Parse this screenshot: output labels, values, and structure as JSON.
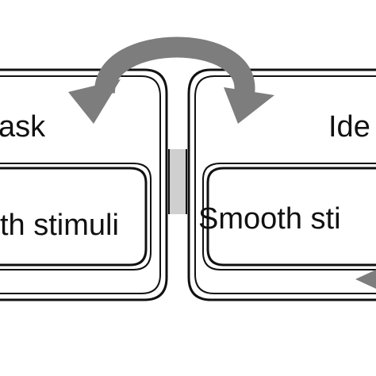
{
  "colors": {
    "stroke": "#111111",
    "arrow": "#7d7d7d",
    "connector": "#cfcfcf",
    "background": "#ffffff"
  },
  "left_panel": {
    "title": "ask",
    "inner_label": "th stimuli"
  },
  "right_panel": {
    "title": "Ide",
    "inner_label": "Smooth sti"
  },
  "icons": {
    "swap_arrow": "curved-double-arrow",
    "edge_arrow": "arrow-head"
  }
}
